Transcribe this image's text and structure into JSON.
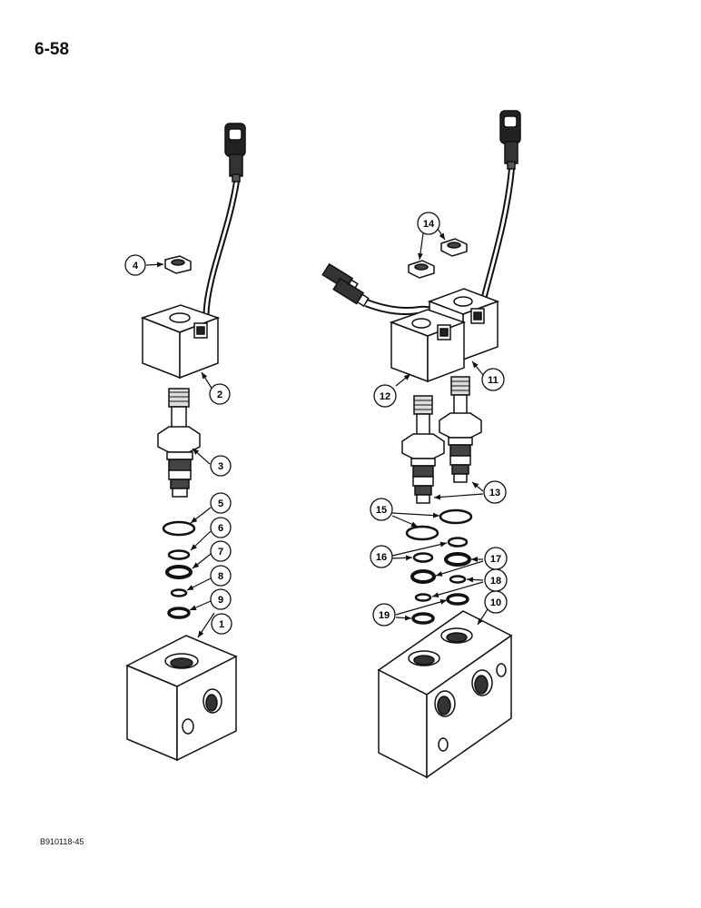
{
  "page_number": "6-58",
  "figure_code": "B910118-45",
  "callouts": [
    {
      "id": "c1",
      "label": "1"
    },
    {
      "id": "c2",
      "label": "2"
    },
    {
      "id": "c3",
      "label": "3"
    },
    {
      "id": "c4",
      "label": "4"
    },
    {
      "id": "c5",
      "label": "5"
    },
    {
      "id": "c6",
      "label": "6"
    },
    {
      "id": "c7",
      "label": "7"
    },
    {
      "id": "c8",
      "label": "8"
    },
    {
      "id": "c9",
      "label": "9"
    },
    {
      "id": "c10",
      "label": "10"
    },
    {
      "id": "c11",
      "label": "11"
    },
    {
      "id": "c12",
      "label": "12"
    },
    {
      "id": "c13",
      "label": "13"
    },
    {
      "id": "c14",
      "label": "14"
    },
    {
      "id": "c15",
      "label": "15"
    },
    {
      "id": "c16",
      "label": "16"
    },
    {
      "id": "c17",
      "label": "17"
    },
    {
      "id": "c18",
      "label": "18"
    },
    {
      "id": "c19",
      "label": "19"
    }
  ]
}
